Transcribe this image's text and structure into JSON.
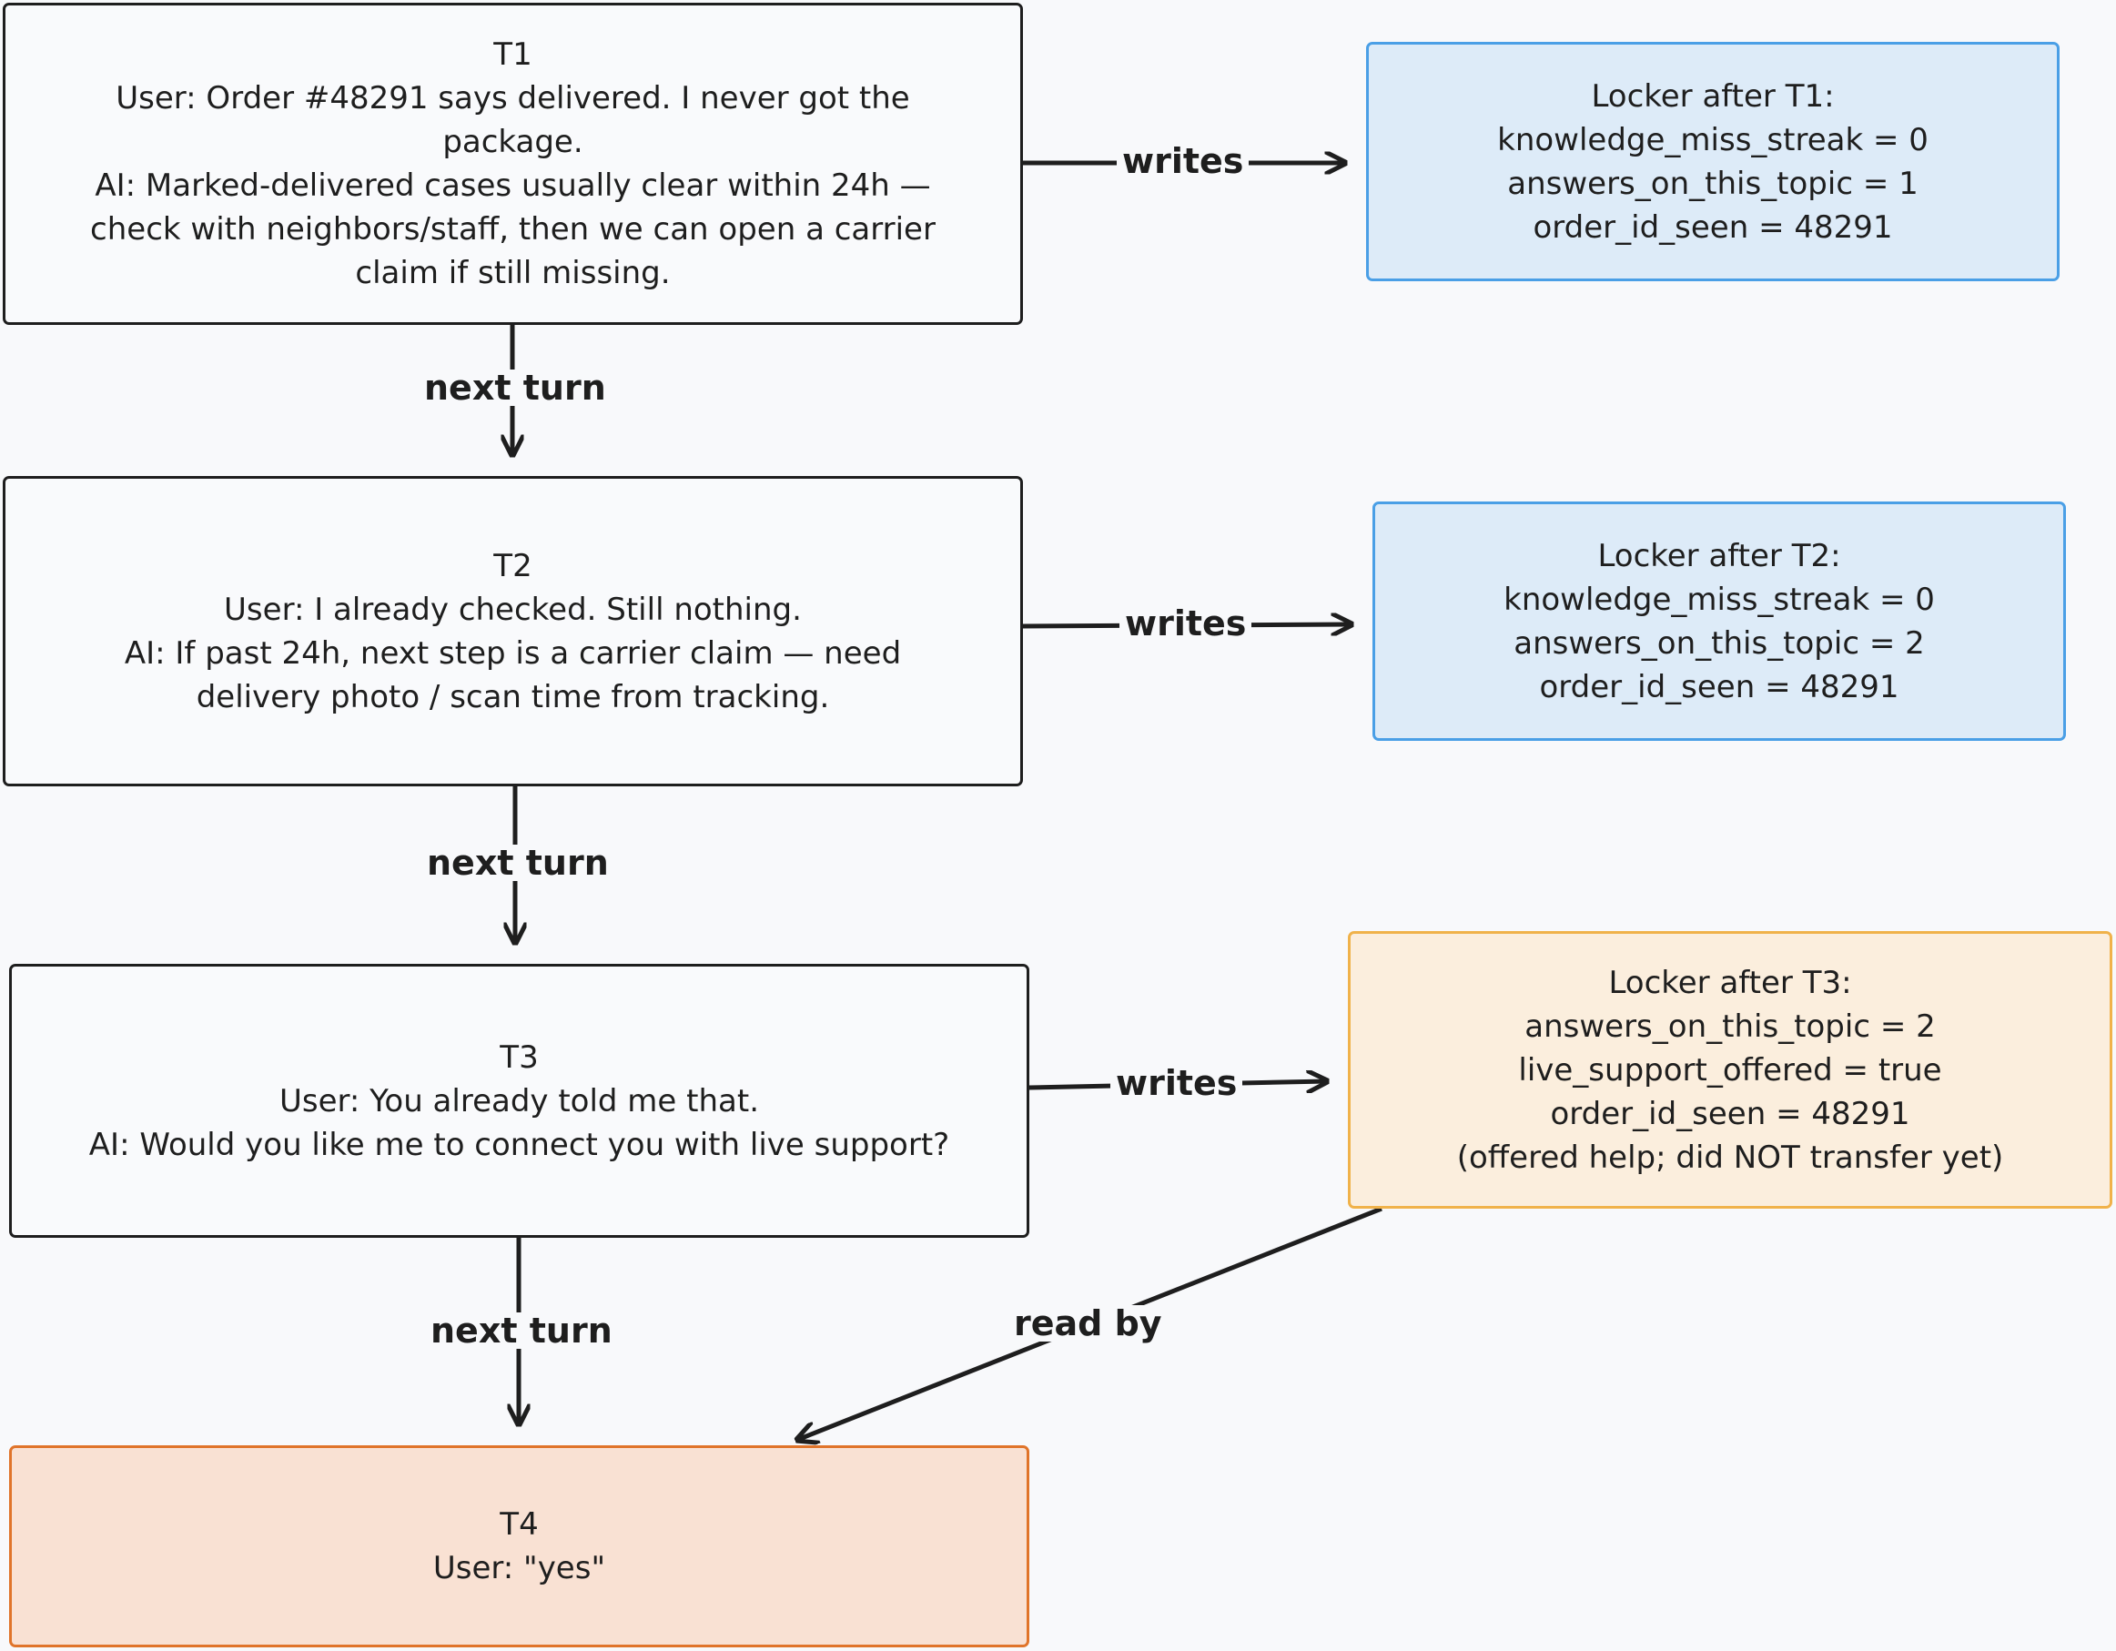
{
  "turns": [
    {
      "lines": [
        "T1",
        "User: Order #48291 says delivered. I never got the",
        "package.",
        "AI: Marked-delivered cases usually clear within 24h —",
        "check with neighbors/staff, then we can open a carrier",
        "claim if still missing."
      ]
    },
    {
      "lines": [
        "T2",
        "User: I already checked. Still nothing.",
        "AI: If past 24h, next step is a carrier claim — need",
        "delivery photo / scan time from tracking."
      ]
    },
    {
      "lines": [
        "T3",
        "User: You already told me that.",
        "AI: Would you like me to connect you with live support?"
      ]
    },
    {
      "lines": [
        "T4",
        "User: \"yes\""
      ]
    }
  ],
  "lockers": [
    {
      "lines": [
        "Locker after T1:",
        "knowledge_miss_streak = 0",
        "answers_on_this_topic = 1",
        "order_id_seen = 48291"
      ]
    },
    {
      "lines": [
        "Locker after T2:",
        "knowledge_miss_streak = 0",
        "answers_on_this_topic = 2",
        "order_id_seen = 48291"
      ]
    },
    {
      "lines": [
        "Locker after T3:",
        "answers_on_this_topic = 2",
        "live_support_offered = true",
        "order_id_seen = 48291",
        "(offered help; did NOT transfer yet)"
      ]
    }
  ],
  "edges": {
    "writes": "writes",
    "next_turn": "next turn",
    "read_by": "read by"
  },
  "colors": {
    "stroke": "#1e1e1e",
    "locker_blue_fill": "#ddebf8",
    "locker_blue_stroke": "#4a9fe6",
    "locker_orange_fill": "#fbeedd",
    "locker_orange_stroke": "#f0b24a",
    "final_fill": "#f9e1d3",
    "final_stroke": "#e0742a"
  }
}
